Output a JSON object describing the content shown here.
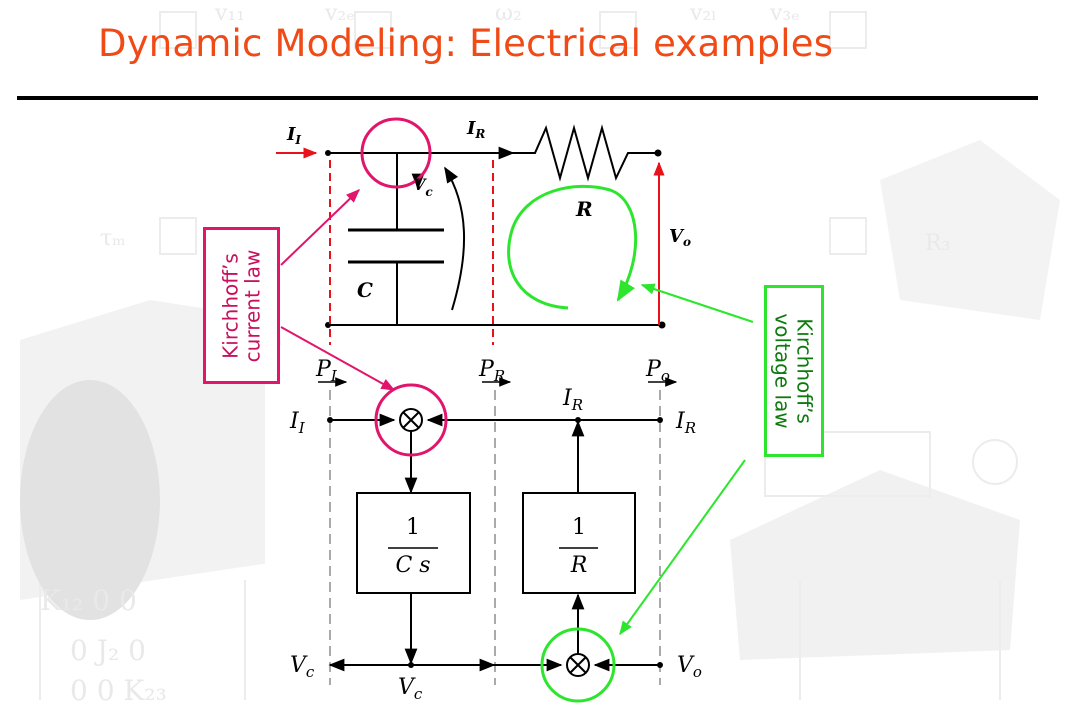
{
  "slide": {
    "title": "Dynamic Modeling: Electrical examples",
    "colors": {
      "title": "#f04a17",
      "pink": "#e0156b",
      "green": "#2ee52e",
      "red": "#e8131a"
    }
  },
  "circuit": {
    "current_in": "I",
    "current_in_sub": "I",
    "current_r": "I",
    "current_r_sub": "R",
    "cap_voltage": "V",
    "cap_voltage_sub": "c",
    "resistor": "R",
    "capacitor": "C",
    "output_voltage": "V",
    "output_voltage_sub": "o"
  },
  "block_diagram": {
    "port_left": "P",
    "port_left_sub": "I",
    "port_mid": "P",
    "port_mid_sub": "R",
    "port_right": "P",
    "port_right_sub": "o",
    "in_left": "I",
    "in_left_sub": "I",
    "ir_top": "I",
    "ir_top_sub": "R",
    "ir_right": "I",
    "ir_right_sub": "R",
    "block1_num": "1",
    "block1_den": "C s",
    "block2_num": "1",
    "block2_den": "R",
    "vc_left": "V",
    "vc_left_sub": "c",
    "vc_bottom": "V",
    "vc_bottom_sub": "c",
    "vo_right": "V",
    "vo_right_sub": "o"
  },
  "callouts": {
    "kcl": [
      "Kirchhoff’s",
      "current law"
    ],
    "kvl": [
      "Kirchhoff’s",
      "voltage law"
    ]
  }
}
